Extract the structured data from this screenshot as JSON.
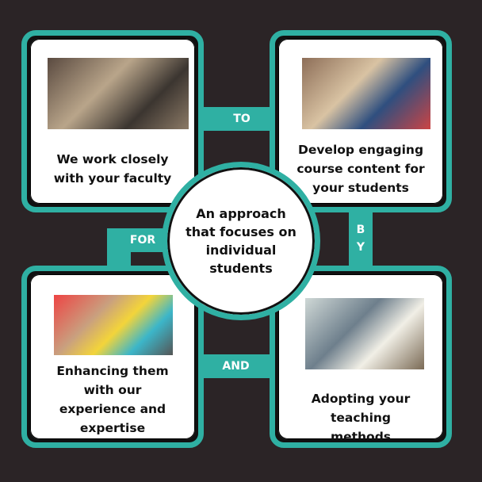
{
  "steps": [
    {
      "text": "We work closely with your faculty",
      "image": "team-meeting-photo"
    },
    {
      "text": "Develop engaging course content for your students",
      "image": "students-group-photo"
    },
    {
      "text": "Adopting your teaching methods",
      "image": "classroom-photo"
    },
    {
      "text": "Enhancing them with our experience and expertise",
      "image": "speech-bubbles-photo"
    }
  ],
  "center": "An approach that focuses on individual students",
  "connectors": {
    "to": "TO",
    "by": "BY",
    "and": "AND",
    "for": "FOR"
  },
  "colors": {
    "teal": "#2fb0a3",
    "background": "#2b2426"
  }
}
